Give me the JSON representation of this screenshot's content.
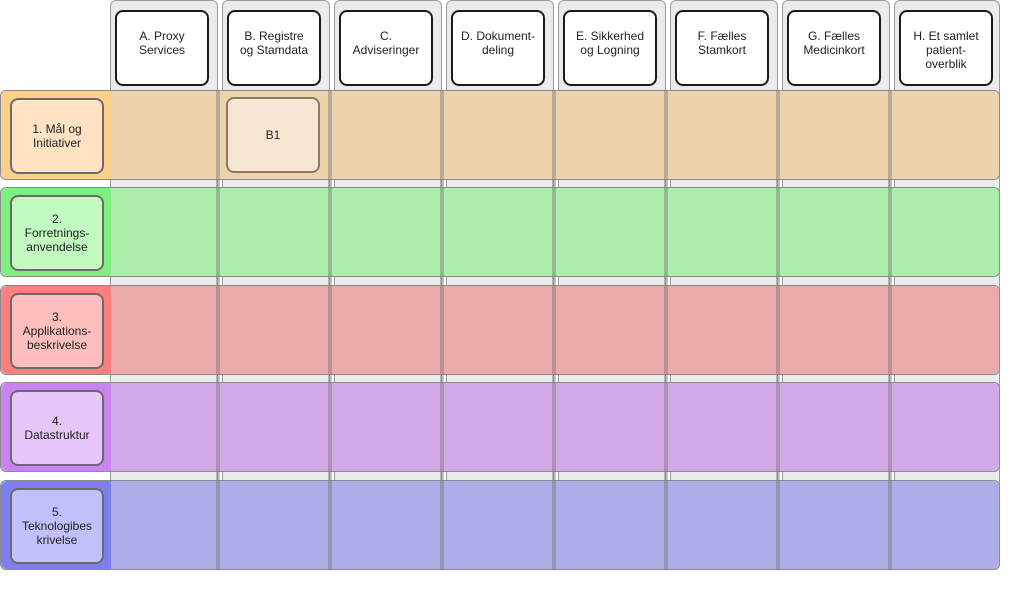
{
  "columns": [
    {
      "label": "A. Proxy\nServices"
    },
    {
      "label": "B. Registre\nog Stamdata"
    },
    {
      "label": "C.\nAdviseringer"
    },
    {
      "label": "D. Dokument-\ndeling"
    },
    {
      "label": "E. Sikkerhed\nog Logning"
    },
    {
      "label": "F. Fælles\nStamkort"
    },
    {
      "label": "G. Fælles\nMedicinkort"
    },
    {
      "label": "H. Et samlet\npatient-\noverblik"
    }
  ],
  "rows": [
    {
      "label": "1. Mål og\nInitiativer",
      "lead": "#ffd08a",
      "band": "#edd3ad",
      "box": "#fde3c3"
    },
    {
      "label": "2.\nForretnings-\nanvendelse",
      "lead": "#7fef7f",
      "band": "#abedab",
      "box": "#c1f9c1"
    },
    {
      "label": "3.\nApplikations-\nbeskrivelse",
      "lead": "#ff7f7f",
      "band": "#edaaaa",
      "box": "#fdbebe"
    },
    {
      "label": "4.\nDatastruktur",
      "lead": "#c984f2",
      "band": "#d2aae9",
      "box": "#e7c6fa"
    },
    {
      "label": "5.\nTeknologibes\nkrivelse",
      "lead": "#7f7ff1",
      "band": "#adadea",
      "box": "#c0c0fa"
    }
  ],
  "cells": [
    {
      "label": "B1"
    }
  ]
}
